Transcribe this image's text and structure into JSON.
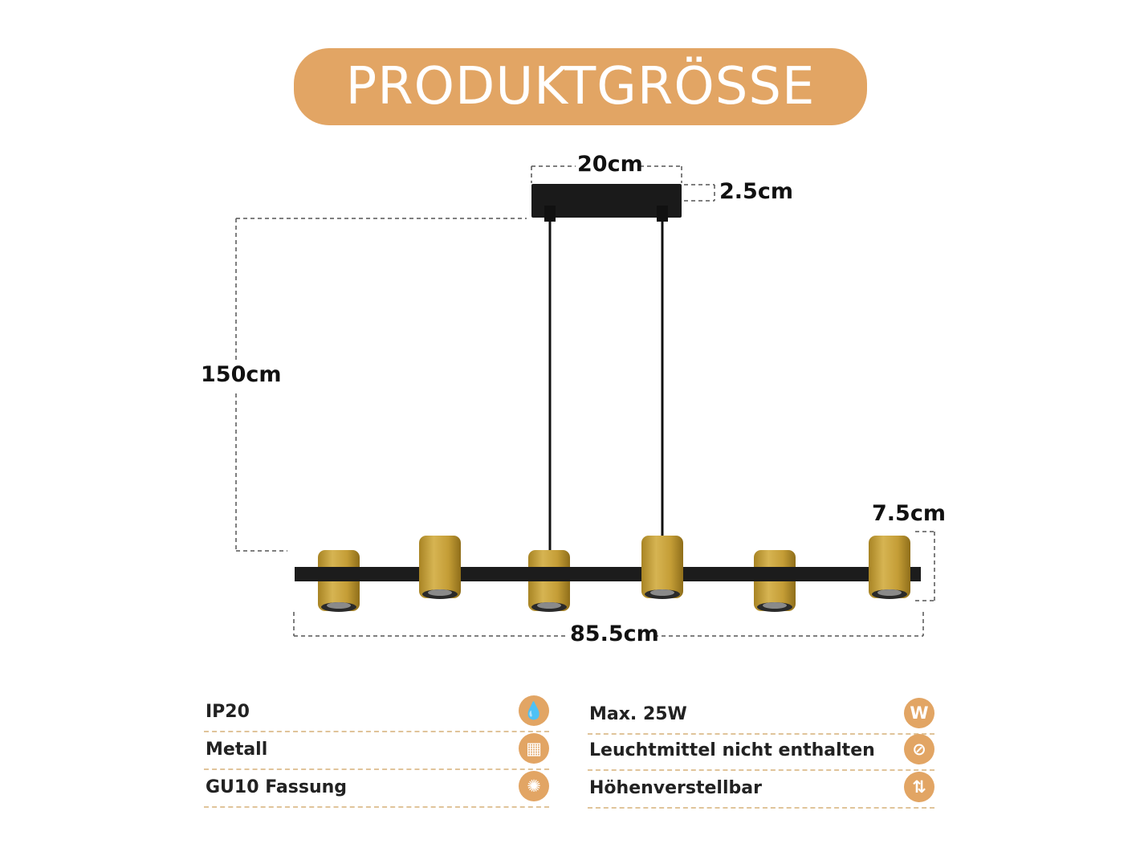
{
  "title": "PRODUKTGRÖSSE",
  "colors": {
    "accent": "#e2a564",
    "metal": "#1a1a1a",
    "gold": "#c9a23a"
  },
  "dimensions": {
    "canopy_width": "20cm",
    "canopy_height": "2.5cm",
    "cable_length": "150cm",
    "shade_height": "7.5cm",
    "total_width": "85.5cm"
  },
  "features_left": [
    {
      "label": "IP20",
      "icon": "water-drop-icon",
      "glyph": "💧"
    },
    {
      "label": "Metall",
      "icon": "metal-blocks-icon",
      "glyph": "▦"
    },
    {
      "label": "GU10 Fassung",
      "icon": "bulb-icon",
      "glyph": "✺"
    }
  ],
  "features_right": [
    {
      "label": "Max. 25W",
      "icon": "watt-icon",
      "glyph": "W"
    },
    {
      "label": "Leuchtmittel nicht enthalten",
      "icon": "no-bulb-icon",
      "glyph": "⊘"
    },
    {
      "label": "Höhenverstellbar",
      "icon": "height-adjust-icon",
      "glyph": "⇅"
    }
  ]
}
